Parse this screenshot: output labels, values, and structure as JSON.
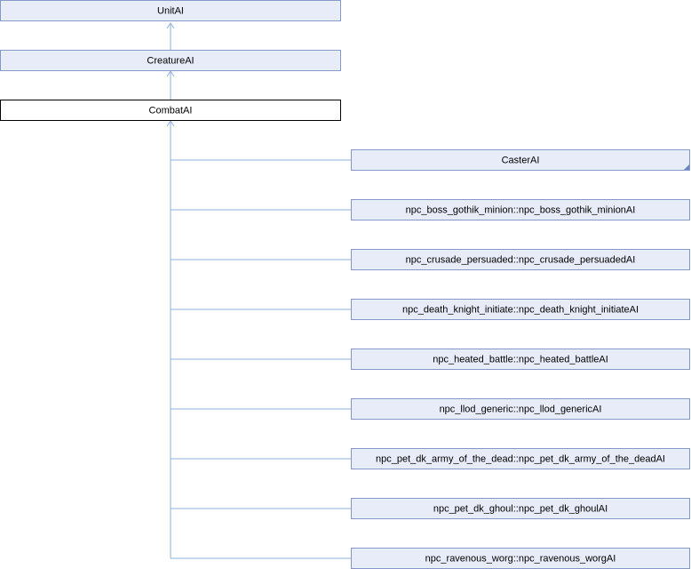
{
  "diagram": {
    "nodes": [
      {
        "id": "unit-ai",
        "label": "UnitAI"
      },
      {
        "id": "creature-ai",
        "label": "CreatureAI"
      },
      {
        "id": "combat-ai",
        "label": "CombatAI",
        "current": true
      },
      {
        "id": "caster-ai",
        "label": "CasterAI",
        "has_children": true
      },
      {
        "id": "npc-boss-gothik-minion-ai",
        "label": "npc_boss_gothik_minion::npc_boss_gothik_minionAI"
      },
      {
        "id": "npc-crusade-persuaded-ai",
        "label": "npc_crusade_persuaded::npc_crusade_persuadedAI"
      },
      {
        "id": "npc-death-knight-initiate-ai",
        "label": "npc_death_knight_initiate::npc_death_knight_initiateAI"
      },
      {
        "id": "npc-heated-battle-ai",
        "label": "npc_heated_battle::npc_heated_battleAI"
      },
      {
        "id": "npc-llod-generic-ai",
        "label": "npc_llod_generic::npc_llod_genericAI"
      },
      {
        "id": "npc-pet-dk-army-of-the-dead-ai",
        "label": "npc_pet_dk_army_of_the_dead::npc_pet_dk_army_of_the_deadAI"
      },
      {
        "id": "npc-pet-dk-ghoul-ai",
        "label": "npc_pet_dk_ghoul::npc_pet_dk_ghoulAI"
      },
      {
        "id": "npc-ravenous-worg-ai",
        "label": "npc_ravenous_worg::npc_ravenous_worgAI"
      }
    ],
    "colors": {
      "node_fill": "#e8ecf8",
      "node_border": "#8497c7",
      "current_fill": "#ffffff",
      "current_border": "#000000",
      "edge": "#8cb3d9"
    }
  }
}
